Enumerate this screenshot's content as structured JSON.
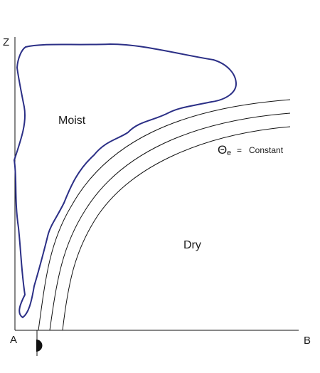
{
  "labels": {
    "z_axis": "Z",
    "origin": "A",
    "b_axis": "B",
    "moist": "Moist",
    "dry": "Dry",
    "theta_symbol": "Θ",
    "theta_subscript": "e",
    "equals": "=",
    "constant": "Constant"
  },
  "colors": {
    "moist_boundary": "#2b2f86",
    "lines": "#111111"
  }
}
